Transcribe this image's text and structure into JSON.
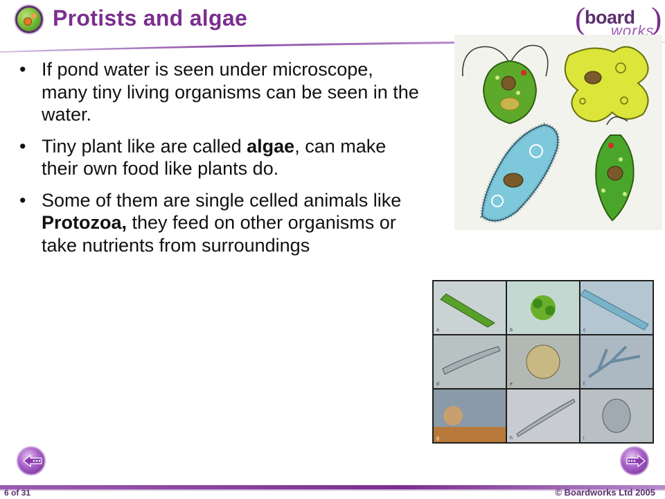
{
  "header": {
    "title": "Protists and algae",
    "brand_top": "board",
    "brand_bottom": "works",
    "brand_open": "(",
    "brand_close": ")"
  },
  "bullets": [
    {
      "text": "If pond water is seen under microscope, many tiny living organisms can be seen in the water."
    },
    {
      "pre": "Tiny plant like are called ",
      "bold": "algae",
      "post": ", can make their own food like plants do."
    },
    {
      "pre": "Some of them are single celled animals like ",
      "bold": "Protozoa,",
      "post": " they feed on other organisms or take nutrients from surroundings"
    }
  ],
  "bullet_symbol": "•",
  "micrograph_labels": [
    "a",
    "b",
    "c",
    "d",
    "e",
    "f",
    "g",
    "h",
    "i"
  ],
  "navigation": {
    "prev_icon": "left-arrow-icon",
    "next_icon": "right-arrow-icon"
  },
  "footer": {
    "page": "6 of 31",
    "copyright": "© Boardworks Ltd 2005"
  },
  "colors": {
    "accent": "#7b2e8e",
    "brand_dark": "#5a2f6e",
    "text": "#111111"
  }
}
